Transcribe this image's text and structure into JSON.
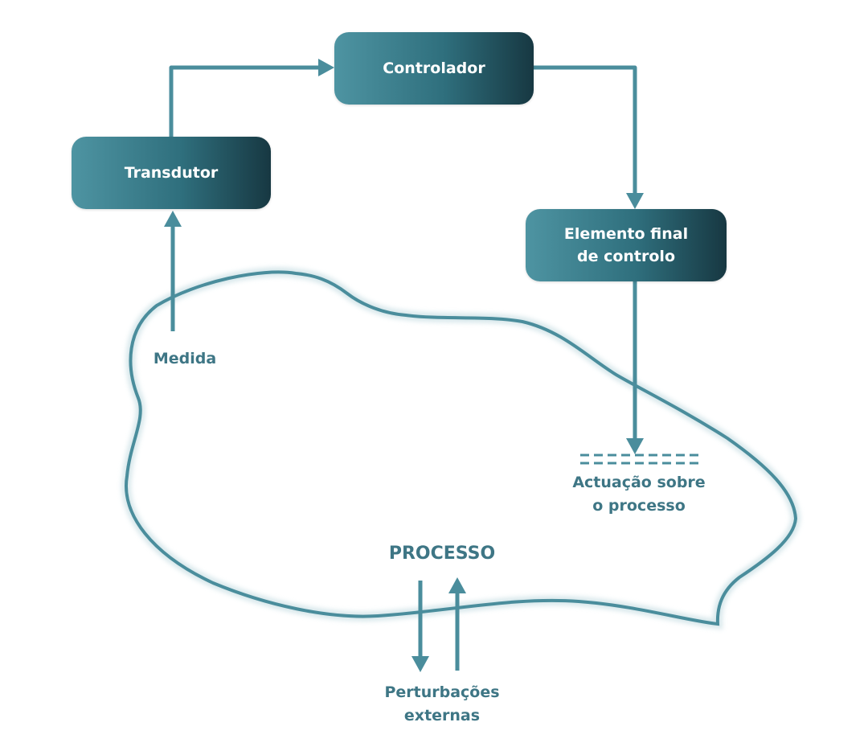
{
  "colors": {
    "line": "#4a8d9c",
    "text": "#3e7685",
    "box_gradient_start": "#4e94a2",
    "box_gradient_end": "#173842"
  },
  "boxes": {
    "controlador": "Controlador",
    "transdutor": "Transdutor",
    "elemento_final_line1": "Elemento final",
    "elemento_final_line2": "de controlo"
  },
  "labels": {
    "medida": "Medida",
    "actuacao_line1": "Actuação sobre",
    "actuacao_line2": "o processo",
    "processo": "PROCESSO",
    "perturbacoes_line1": "Perturbações",
    "perturbacoes_line2": "externas"
  }
}
